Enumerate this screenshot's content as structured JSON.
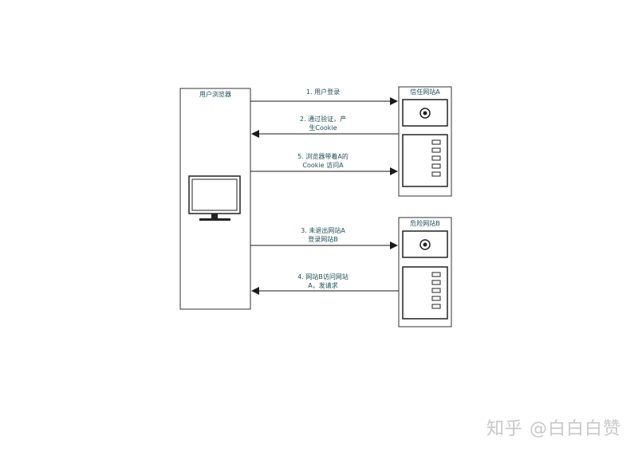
{
  "browser": {
    "title": "用户浏览器"
  },
  "server_a": {
    "title": "信任网站A"
  },
  "server_b": {
    "title": "危险网站B"
  },
  "arrows": {
    "a1": "1. 用户登录",
    "a2": "2. 通过验证，产\n生Cookie",
    "a5": "5. 浏览器带着A的\nCookie 访问A",
    "a3": "3. 未退出网站A\n登录网站B",
    "a4": "4. 网站B访问网站\nA，发请求"
  },
  "watermark": "知乎 @白白白赞",
  "colors": {
    "line": "#1a1a1a",
    "text": "#1f4e5a",
    "box_border": "#333333"
  }
}
